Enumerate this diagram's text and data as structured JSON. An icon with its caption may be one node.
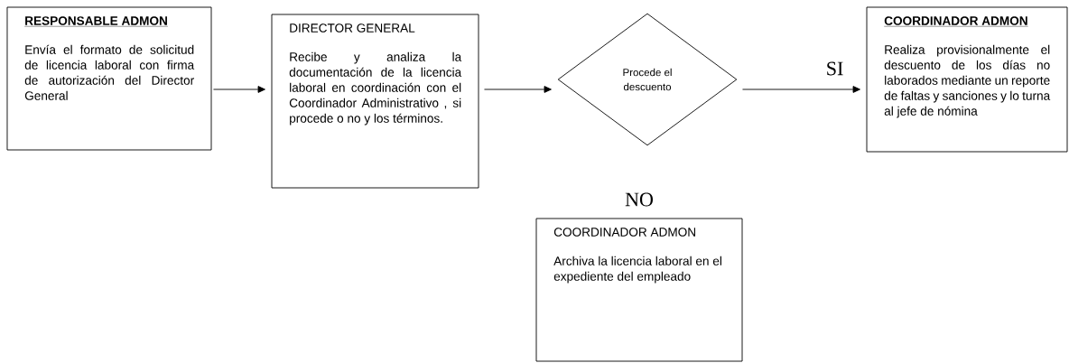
{
  "diagram": {
    "nodes": [
      {
        "text": [
          "RESPONSABLE ADMON",
          "Envía el formato de solicitud de licencia laboral con firma de autorización del Director General"
        ]
      },
      {
        "text": [
          "DIRECTOR GENERAL",
          "Recibe y analiza la documentación de la licencia laboral en coordinación con el Coordinador Administrativo , si procede o no y los términos."
        ]
      },
      {
        "text": [
          "Procede el descuento"
        ]
      },
      {
        "text": [
          "COORDINADOR ADMON",
          "Realiza provisionalmente el descuento de los días no laborados mediante un reporte de faltas y sanciones y lo turna al jefe de nómina"
        ]
      },
      {
        "text": [
          "COORDINADOR ADMON",
          "Archiva la licencia laboral en el expediente del empleado"
        ]
      }
    ],
    "edges": [
      {
        "from": 0,
        "to": 1,
        "arrow": "to"
      },
      {
        "from": 1,
        "to": 2,
        "arrow": "to"
      },
      {
        "from": 2,
        "to": 3,
        "arrow": "to",
        "label": "SI"
      }
    ],
    "labels": [
      "NO"
    ]
  }
}
